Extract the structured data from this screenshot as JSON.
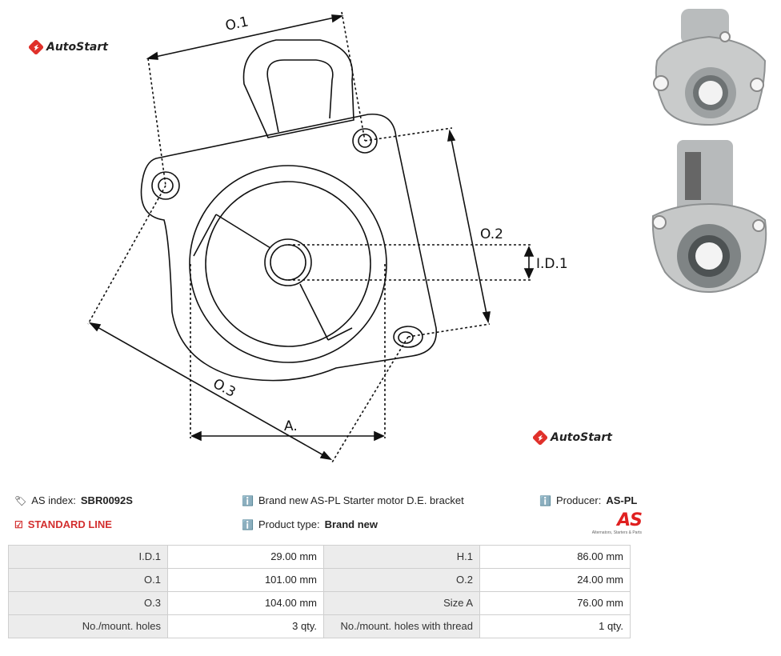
{
  "brand": {
    "logo_text": "AutoStart"
  },
  "drawing_labels": {
    "o1": "O.1",
    "o2": "O.2",
    "o3": "O.3",
    "id1": "I.D.1",
    "a": "A."
  },
  "info": {
    "as_index_label": "AS index:",
    "as_index_value": "SBR0092S",
    "line": "STANDARD LINE",
    "description": "Brand new AS-PL Starter motor D.E. bracket",
    "product_type_label": "Product type:",
    "product_type_value": "Brand new",
    "producer_label": "Producer:",
    "producer_value": "AS-PL",
    "producer_logo_text": "AS",
    "producer_logo_tagline": "Alternators, Starters & Parts"
  },
  "specs": [
    {
      "l1": "I.D.1",
      "v1": "29.00 mm",
      "l2": "H.1",
      "v2": "86.00 mm"
    },
    {
      "l1": "O.1",
      "v1": "101.00 mm",
      "l2": "O.2",
      "v2": "24.00 mm"
    },
    {
      "l1": "O.3",
      "v1": "104.00 mm",
      "l2": "Size A",
      "v2": "76.00 mm"
    },
    {
      "l1": "No./mount. holes",
      "v1": "3 qty.",
      "l2": "No./mount. holes with thread",
      "v2": "1 qty."
    }
  ]
}
